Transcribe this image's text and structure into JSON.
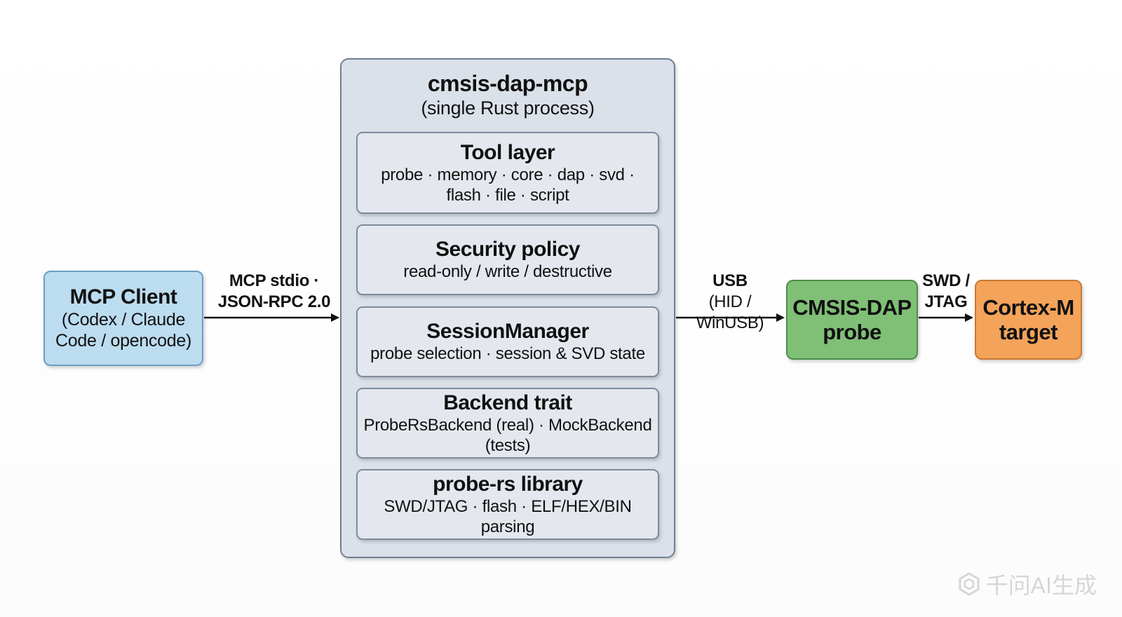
{
  "client": {
    "title": "MCP Client",
    "line1": "(Codex / Claude",
    "line2": "Code / opencode)"
  },
  "edge_client_server": {
    "line1": "MCP stdio ·",
    "line2": "JSON-RPC 2.0"
  },
  "server": {
    "title": "cmsis-dap-mcp",
    "subtitle": "(single Rust process)",
    "layers": [
      {
        "title": "Tool layer",
        "line1": "probe · memory · core · dap · svd ·",
        "line2": "flash · file · script"
      },
      {
        "title": "Security policy",
        "line1": "read-only / write / destructive"
      },
      {
        "title": "SessionManager",
        "line1": "probe selection · session & SVD state"
      },
      {
        "title": "Backend trait",
        "line1": "ProbeRsBackend (real) · MockBackend (tests)"
      },
      {
        "title": "probe-rs library",
        "line1": "SWD/JTAG · flash · ELF/HEX/BIN parsing"
      }
    ]
  },
  "edge_server_probe": {
    "line1": "USB",
    "line2": "(HID / WinUSB)"
  },
  "probe": {
    "line1": "CMSIS-DAP",
    "line2": "probe"
  },
  "edge_probe_target": {
    "line1": "SWD /",
    "line2": "JTAG"
  },
  "target": {
    "line1": "Cortex-M",
    "line2": "target"
  },
  "watermark": {
    "text": "千问AI生成",
    "icon": "qwen-logo-icon"
  },
  "colors": {
    "client_fill": "#bcdcf0",
    "server_fill": "#dbe1e9",
    "probe_fill": "#7fbf76",
    "target_fill": "#f4a35a"
  }
}
